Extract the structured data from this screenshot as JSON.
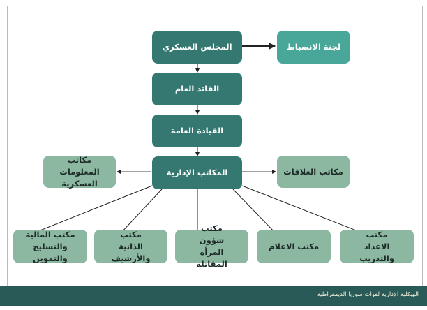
{
  "nodes": {
    "military_council": "المجلس العسكري",
    "discipline_committee": "لجنة الانضباط",
    "general_commander": "القائد العام",
    "general_command": "القيادة العامة",
    "administrative_offices": "المكاتب الإدارية",
    "military_intelligence": "مكاتب المعلومات العسكرية",
    "relations_offices": "مكاتب العلاقات",
    "finance_office": "مكتب المالية والتسليح والتموين",
    "personnel_office": "مكتب الذاتية والأرشيف",
    "women_office": "مكتب شؤون المرأة المقاتلة",
    "media_office": "مكتب الاعلام",
    "training_office": "مكتب الاعداد والتدريب"
  },
  "colors": {
    "dark": "#347871",
    "mid": "#49a799",
    "light": "#8cb7a0",
    "bar": "#2a5a57"
  },
  "caption": "الهيكلية الإدارية لقوات سوريا الديمقراطية"
}
